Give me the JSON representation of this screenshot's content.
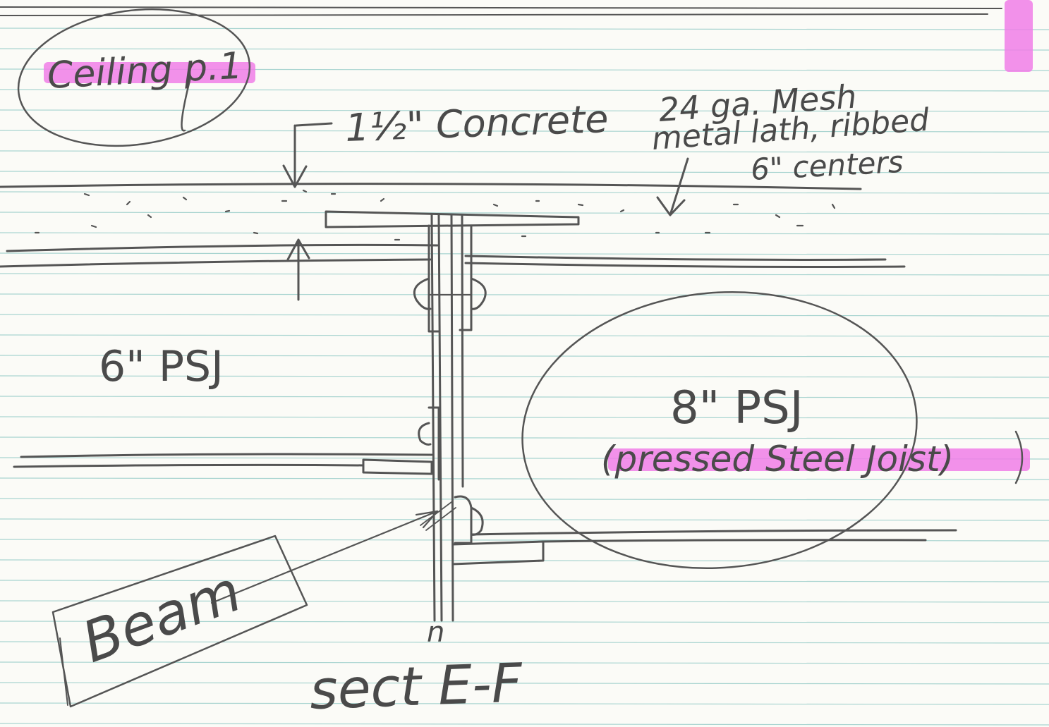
{
  "title_label": "Ceiling p.1",
  "concrete_label": "1½\" Concrete",
  "mesh_label_line1": "24 ga. Mesh",
  "mesh_label_line2": "metal lath, ribbed",
  "mesh_label_line3": "6\" centers",
  "joist_small_label": "6\" PSJ",
  "joist_large_label": "8\" PSJ",
  "joist_large_desc": "(pressed Steel Joist)",
  "beam_label": "Beam",
  "section_marker": "n",
  "section_label": "sect E-F",
  "colors": {
    "paper": "#fbfbf7",
    "ruled_line": "#a8d4d0",
    "pencil": "#4a4a4a",
    "highlighter": "#f07ee8"
  }
}
